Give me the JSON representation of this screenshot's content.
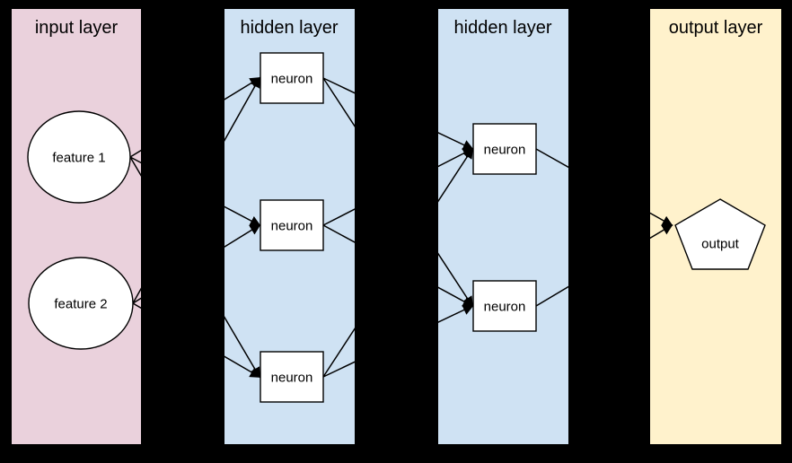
{
  "layers": [
    {
      "id": "input",
      "label": "input layer",
      "color": "#ead1dc"
    },
    {
      "id": "hidden1",
      "label": "hidden layer",
      "color": "#cfe2f3"
    },
    {
      "id": "hidden2",
      "label": "hidden layer",
      "color": "#cfe2f3"
    },
    {
      "id": "output",
      "label": "output layer",
      "color": "#fff2cc"
    }
  ],
  "nodes": {
    "input": [
      {
        "id": "input-1",
        "label": "feature 1",
        "shape": "ellipse"
      },
      {
        "id": "input-2",
        "label": "feature 2",
        "shape": "ellipse"
      }
    ],
    "hidden1": [
      {
        "id": "hidden1-1",
        "label": "neuron",
        "shape": "rect"
      },
      {
        "id": "hidden1-2",
        "label": "neuron",
        "shape": "rect"
      },
      {
        "id": "hidden1-3",
        "label": "neuron",
        "shape": "rect"
      }
    ],
    "hidden2": [
      {
        "id": "hidden2-1",
        "label": "neuron",
        "shape": "rect"
      },
      {
        "id": "hidden2-2",
        "label": "neuron",
        "shape": "rect"
      }
    ],
    "output": [
      {
        "id": "output-1",
        "label": "output",
        "shape": "pentagon"
      }
    ]
  },
  "edges": [
    {
      "from": "input-1",
      "to": "hidden1-1"
    },
    {
      "from": "input-1",
      "to": "hidden1-2"
    },
    {
      "from": "input-1",
      "to": "hidden1-3"
    },
    {
      "from": "input-2",
      "to": "hidden1-1"
    },
    {
      "from": "input-2",
      "to": "hidden1-2"
    },
    {
      "from": "input-2",
      "to": "hidden1-3"
    },
    {
      "from": "hidden1-1",
      "to": "hidden2-1"
    },
    {
      "from": "hidden1-1",
      "to": "hidden2-2"
    },
    {
      "from": "hidden1-2",
      "to": "hidden2-1"
    },
    {
      "from": "hidden1-2",
      "to": "hidden2-2"
    },
    {
      "from": "hidden1-3",
      "to": "hidden2-1"
    },
    {
      "from": "hidden1-3",
      "to": "hidden2-2"
    },
    {
      "from": "hidden2-1",
      "to": "output-1"
    },
    {
      "from": "hidden2-2",
      "to": "output-1"
    }
  ],
  "colors": {
    "background": "#000000",
    "node_fill": "#ffffff",
    "stroke": "#000000",
    "edge": "#000000",
    "text": "#000000"
  }
}
